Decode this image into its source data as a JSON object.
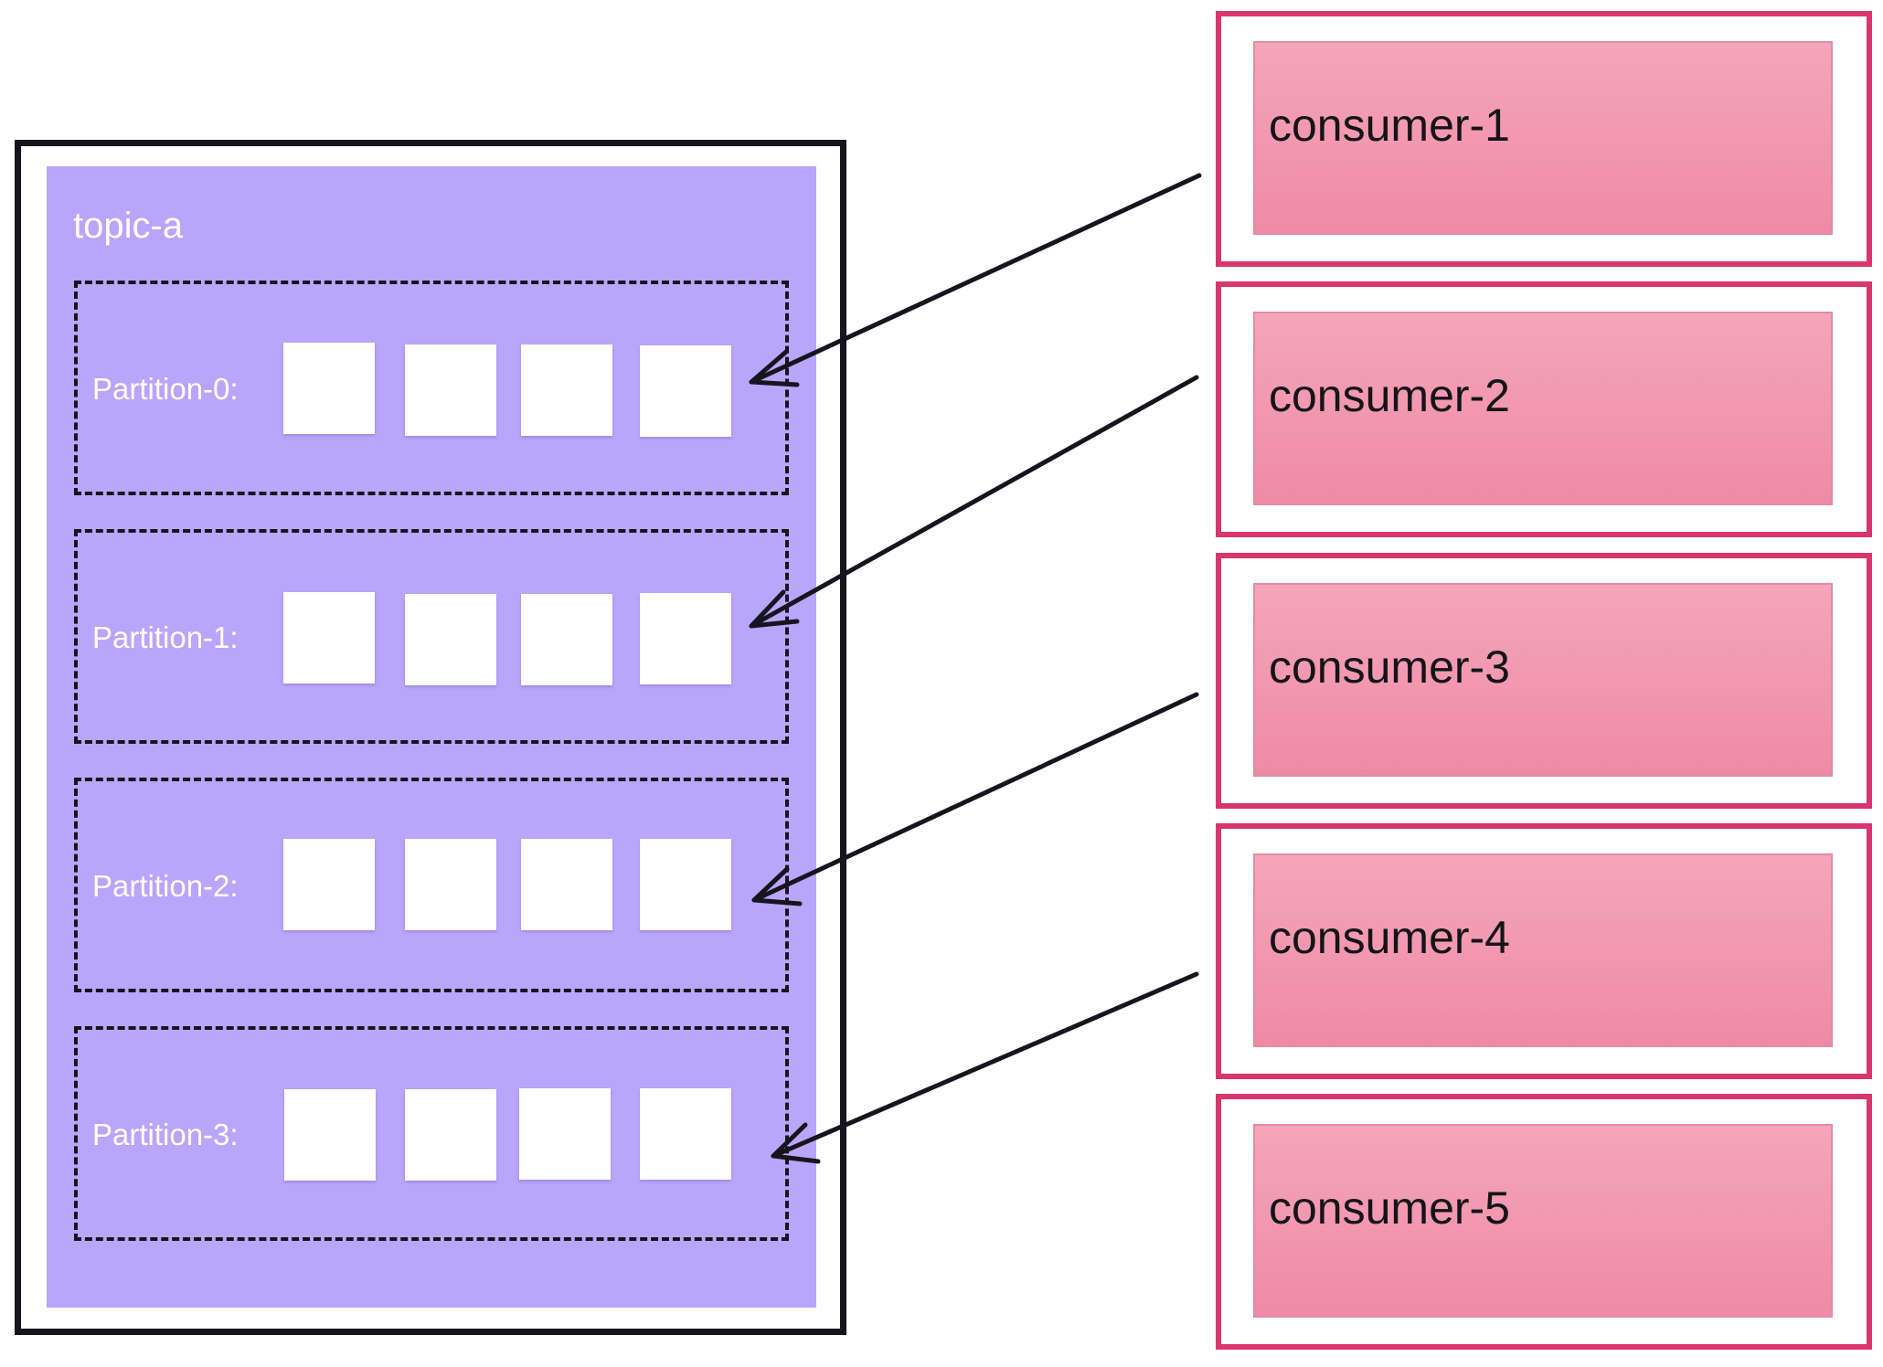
{
  "topic": {
    "name": "topic-a",
    "partitions": [
      {
        "label": "Partition-0:",
        "messages": 4
      },
      {
        "label": "Partition-1:",
        "messages": 4
      },
      {
        "label": "Partition-2:",
        "messages": 4
      },
      {
        "label": "Partition-3:",
        "messages": 4
      }
    ]
  },
  "consumers": [
    {
      "label": "consumer-1",
      "reads_partition": 0
    },
    {
      "label": "consumer-2",
      "reads_partition": 1
    },
    {
      "label": "consumer-3",
      "reads_partition": 2
    },
    {
      "label": "consumer-4",
      "reads_partition": 3
    },
    {
      "label": "consumer-5",
      "reads_partition": null
    }
  ],
  "colors": {
    "topic_fill": "#b8a6fb",
    "frame": "#16151f",
    "consumer_border": "#d9366f",
    "consumer_fill_top": "#f4a6b9",
    "consumer_fill_bottom": "#ef8aa6",
    "message": "#ffffff",
    "arrow": "#16151f"
  }
}
